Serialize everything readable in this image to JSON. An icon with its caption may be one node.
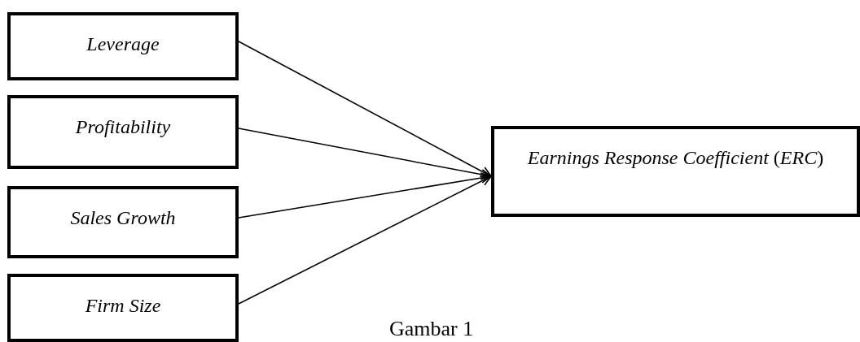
{
  "diagram": {
    "caption": "Gambar 1",
    "nodes": [
      {
        "text": [
          "Leverage"
        ]
      },
      {
        "text": [
          "Profitability"
        ]
      },
      {
        "text": [
          "Sales Growth"
        ]
      },
      {
        "text": [
          "Firm Size"
        ]
      },
      {
        "text": [
          "*Earnings Response Coefficient* (*ERC*)"
        ]
      }
    ],
    "edges": [
      {
        "from": 0,
        "to": 4,
        "arrow": "to"
      },
      {
        "from": 1,
        "to": 4,
        "arrow": "to"
      },
      {
        "from": 2,
        "to": 4,
        "arrow": "to"
      },
      {
        "from": 3,
        "to": 4,
        "arrow": "to"
      }
    ]
  }
}
